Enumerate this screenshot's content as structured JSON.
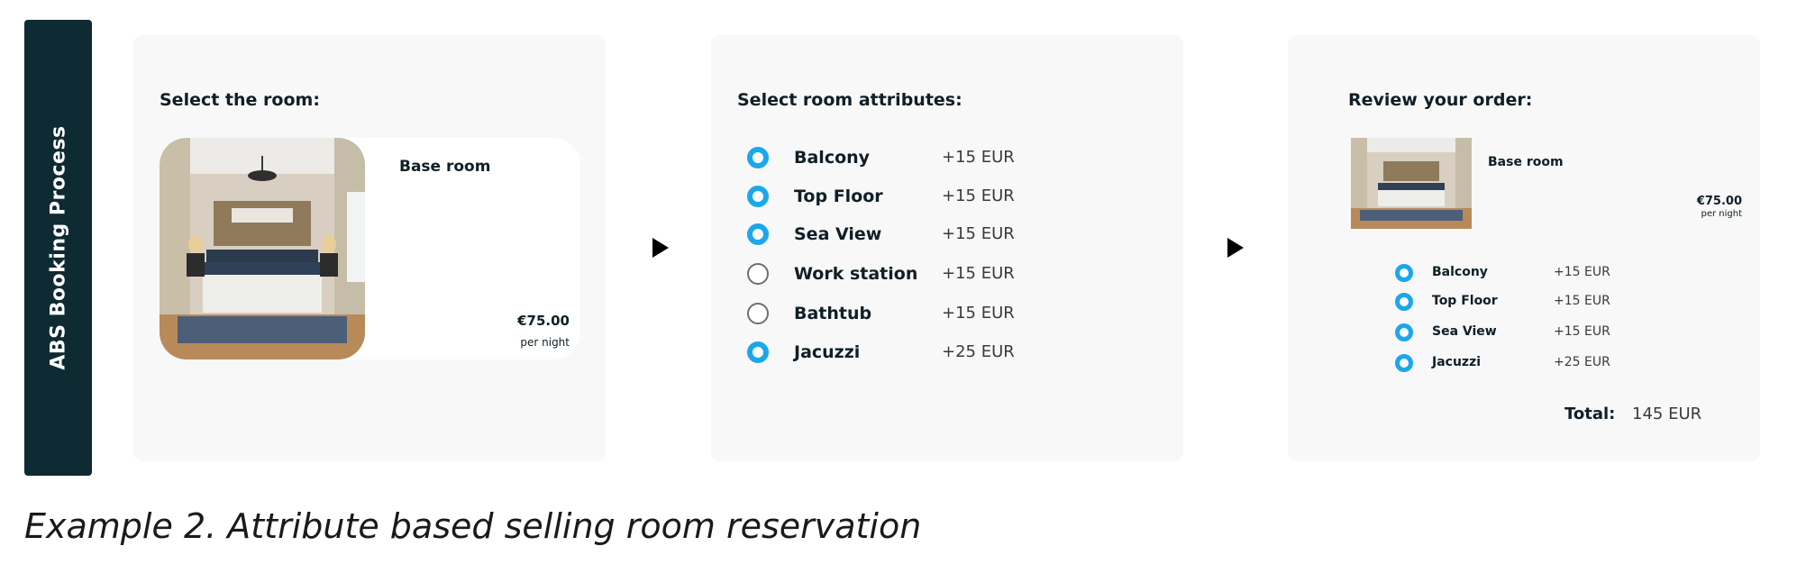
{
  "sidebar": {
    "title": "ABS Booking Process"
  },
  "step1": {
    "title": "Select the room:",
    "room": {
      "name": "Base room",
      "price": "€75.00",
      "price_unit": "per night"
    }
  },
  "step2": {
    "title": "Select room attributes:",
    "attributes": [
      {
        "name": "Balcony",
        "price": "+15 EUR",
        "selected": true
      },
      {
        "name": "Top Floor",
        "price": "+15 EUR",
        "selected": true
      },
      {
        "name": "Sea View",
        "price": "+15 EUR",
        "selected": true
      },
      {
        "name": "Work station",
        "price": "+15 EUR",
        "selected": false
      },
      {
        "name": "Bathtub",
        "price": "+15 EUR",
        "selected": false
      },
      {
        "name": "Jacuzzi",
        "price": "+25 EUR",
        "selected": true
      }
    ]
  },
  "step3": {
    "title": "Review your order:",
    "room": {
      "name": "Base room",
      "price": "€75.00",
      "price_unit": "per night"
    },
    "items": [
      {
        "name": "Balcony",
        "price": "+15 EUR"
      },
      {
        "name": "Top Floor",
        "price": "+15 EUR"
      },
      {
        "name": "Sea View",
        "price": "+15 EUR"
      },
      {
        "name": "Jacuzzi",
        "price": "+25 EUR"
      }
    ],
    "total_label": "Total:",
    "total_value": "145 EUR"
  },
  "caption": "Example 2. Attribute based selling room reservation",
  "colors": {
    "sidebar": "#0e2a33",
    "accent": "#1ca7ec",
    "panel": "#f8f8f8"
  },
  "icons": {
    "arrow": "play-arrow-icon",
    "radio": "radio-icon"
  }
}
